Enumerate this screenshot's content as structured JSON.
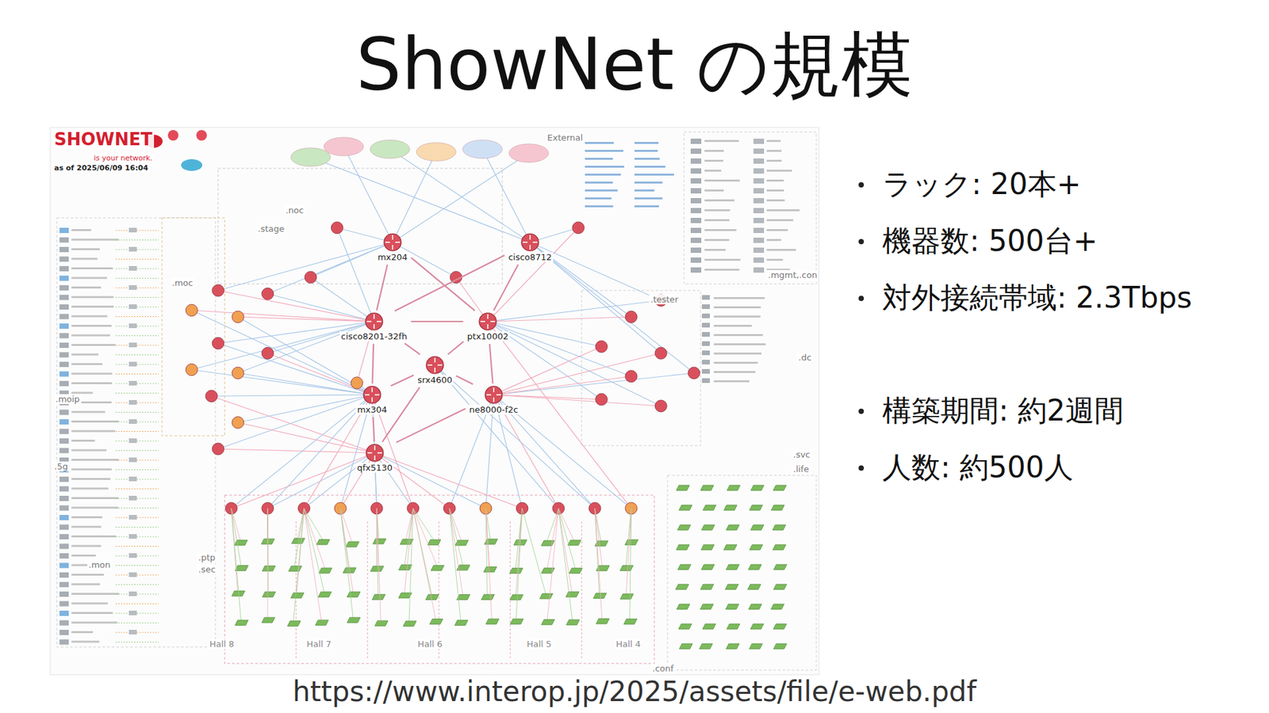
{
  "diagram": {
    "title": "ShowNet の規模",
    "caption": "https://www.interop.jp/2025/assets/file/e-web.pdf",
    "nodes": [
      {
        "text": [
          "mx204"
        ]
      },
      {
        "text": [
          "cisco8712"
        ]
      },
      {
        "text": [
          "cisco8201-32fh"
        ]
      },
      {
        "text": [
          "ptx10002"
        ]
      },
      {
        "text": [
          "srx4600"
        ]
      },
      {
        "text": [
          "mx304"
        ]
      },
      {
        "text": [
          "ne8000-f2c"
        ]
      },
      {
        "text": [
          "qfx5130"
        ]
      }
    ],
    "edges": [
      {
        "from": 0,
        "to": 2,
        "arrow": "none"
      },
      {
        "from": 0,
        "to": 3,
        "arrow": "none"
      },
      {
        "from": 1,
        "to": 2,
        "arrow": "none"
      },
      {
        "from": 1,
        "to": 3,
        "arrow": "none"
      },
      {
        "from": 2,
        "to": 3,
        "arrow": "none"
      },
      {
        "from": 2,
        "to": 4,
        "arrow": "none"
      },
      {
        "from": 3,
        "to": 4,
        "arrow": "none"
      },
      {
        "from": 2,
        "to": 5,
        "arrow": "none"
      },
      {
        "from": 3,
        "to": 6,
        "arrow": "none"
      },
      {
        "from": 4,
        "to": 5,
        "arrow": "none"
      },
      {
        "from": 4,
        "to": 6,
        "arrow": "none"
      },
      {
        "from": 5,
        "to": 7,
        "arrow": "none"
      },
      {
        "from": 6,
        "to": 7,
        "arrow": "none"
      },
      {
        "from": 4,
        "to": 7,
        "arrow": "none"
      }
    ],
    "labels": [
      "SHOWNET",
      "is your network.",
      "as of 2025/06/09 16:04",
      "External",
      ".noc",
      ".stage",
      ".moc",
      ".moip",
      ".5g",
      ".mon",
      ".ptp",
      ".sec",
      ".tester",
      ".mgmt,.con",
      ".dc",
      ".svc",
      ".life",
      ".conf",
      "Hall 8",
      "Hall 7",
      "Hall 6",
      "Hall 5",
      "Hall 4",
      "ラック: 20本+",
      "機器数: 500台+",
      "対外接続帯域: 2.3Tbps",
      "構築期間: 約2週間",
      "人数: 約500人"
    ]
  }
}
